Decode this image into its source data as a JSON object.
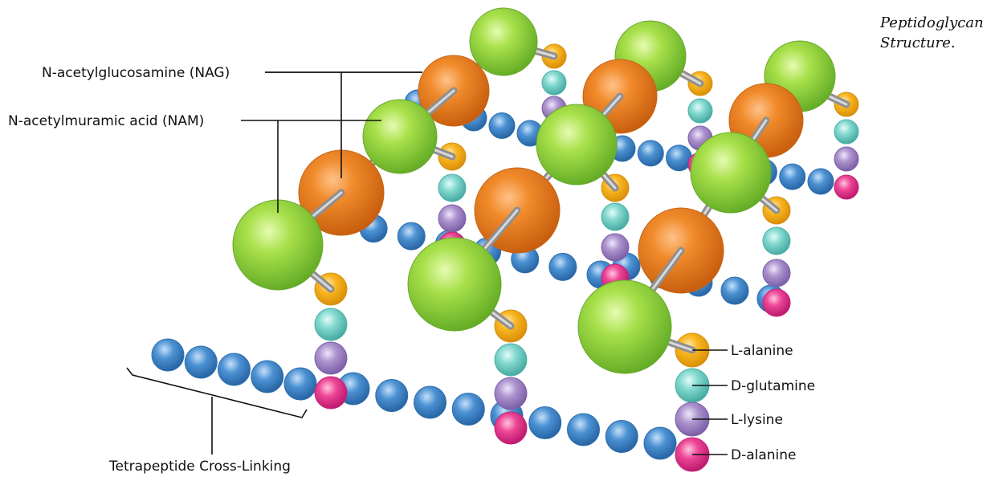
{
  "caption": "Peptidoglycan Structure.",
  "labels": {
    "nag": "N-acetylglucosamine (NAG)",
    "nam": "N-acetylmuramic acid (NAM)",
    "crosslink": "Tetrapeptide Cross-Linking",
    "l_alanine": "L-alanine",
    "d_glutamine": "D-glutamine",
    "l_lysine": "L-lysine",
    "d_alanine": "D-alanine"
  },
  "colors": {
    "nam": "#93d63a",
    "nag": "#ef7f1f",
    "l_alanine": "#f7b21b",
    "d_glutamine": "#79d4cb",
    "l_lysine": "#a98fcb",
    "d_alanine": "#ec3f93",
    "crosslink_bead": "#3f86c9",
    "rod": "#9a9a9a"
  }
}
